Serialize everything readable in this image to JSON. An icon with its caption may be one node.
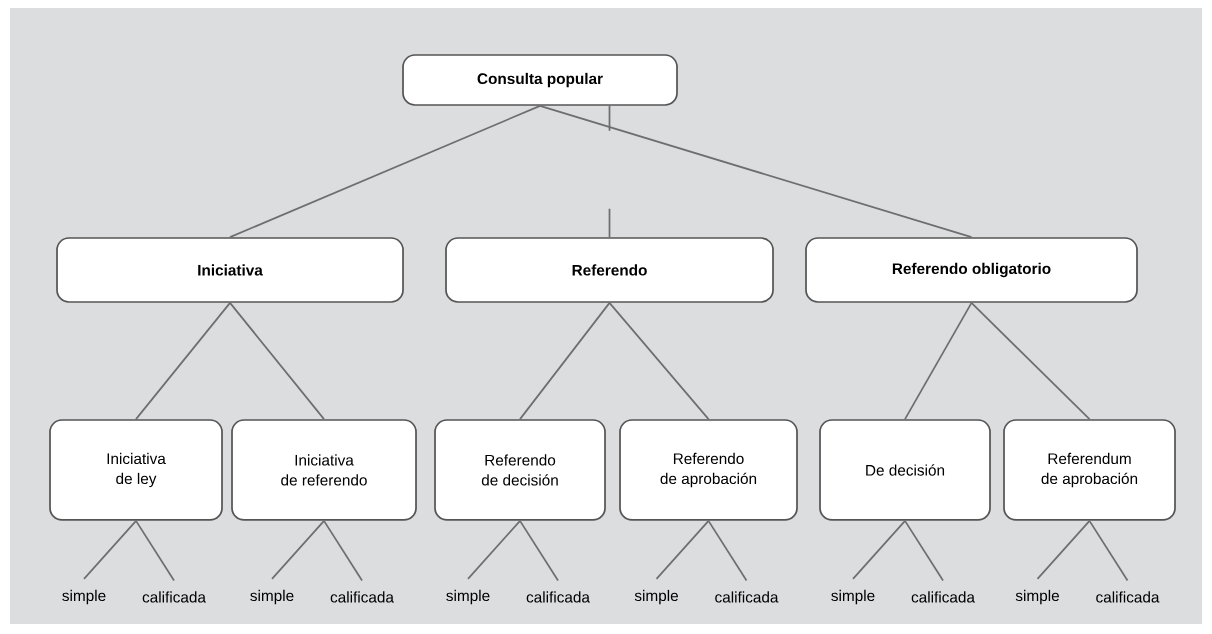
{
  "diagram": {
    "nodes": [
      {
        "text": [
          "Consulta popular"
        ]
      },
      {
        "text": [
          "Iniciativa"
        ]
      },
      {
        "text": [
          "Referendo"
        ]
      },
      {
        "text": [
          "Referendo obligatorio"
        ]
      },
      {
        "text": [
          "Iniciativa de ley"
        ]
      },
      {
        "text": [
          "Iniciativa de referendo"
        ]
      },
      {
        "text": [
          "Referendo de decisión"
        ]
      },
      {
        "text": [
          "Referendo de aprobación"
        ]
      },
      {
        "text": [
          "De decisión"
        ]
      },
      {
        "text": [
          "Referendum de aprobación"
        ]
      },
      {
        "text": [
          "simple"
        ]
      },
      {
        "text": [
          "calificada"
        ]
      },
      {
        "text": [
          "simple"
        ]
      },
      {
        "text": [
          "calificada"
        ]
      },
      {
        "text": [
          "simple"
        ]
      },
      {
        "text": [
          "calificada"
        ]
      },
      {
        "text": [
          "simple"
        ]
      },
      {
        "text": [
          "calificada"
        ]
      },
      {
        "text": [
          "simple"
        ]
      },
      {
        "text": [
          "calificada"
        ]
      },
      {
        "text": [
          "simple"
        ]
      },
      {
        "text": [
          "calificada"
        ]
      }
    ],
    "edges": [
      {
        "from": 0,
        "to": 1,
        "arrow": "none"
      },
      {
        "from": 0,
        "to": 2,
        "arrow": "none",
        "style": "dashed"
      },
      {
        "from": 0,
        "to": 3,
        "arrow": "none"
      },
      {
        "from": 1,
        "to": 4,
        "arrow": "none"
      },
      {
        "from": 1,
        "to": 5,
        "arrow": "none"
      },
      {
        "from": 2,
        "to": 6,
        "arrow": "none"
      },
      {
        "from": 2,
        "to": 7,
        "arrow": "none"
      },
      {
        "from": 3,
        "to": 8,
        "arrow": "none"
      },
      {
        "from": 3,
        "to": 9,
        "arrow": "none"
      },
      {
        "from": 4,
        "to": 10,
        "arrow": "none"
      },
      {
        "from": 4,
        "to": 11,
        "arrow": "none"
      },
      {
        "from": 5,
        "to": 12,
        "arrow": "none"
      },
      {
        "from": 5,
        "to": 13,
        "arrow": "none"
      },
      {
        "from": 6,
        "to": 14,
        "arrow": "none"
      },
      {
        "from": 6,
        "to": 15,
        "arrow": "none"
      },
      {
        "from": 7,
        "to": 16,
        "arrow": "none"
      },
      {
        "from": 7,
        "to": 17,
        "arrow": "none"
      },
      {
        "from": 8,
        "to": 18,
        "arrow": "none"
      },
      {
        "from": 8,
        "to": 19,
        "arrow": "none"
      },
      {
        "from": 9,
        "to": 20,
        "arrow": "none"
      },
      {
        "from": 9,
        "to": 21,
        "arrow": "none"
      }
    ]
  }
}
